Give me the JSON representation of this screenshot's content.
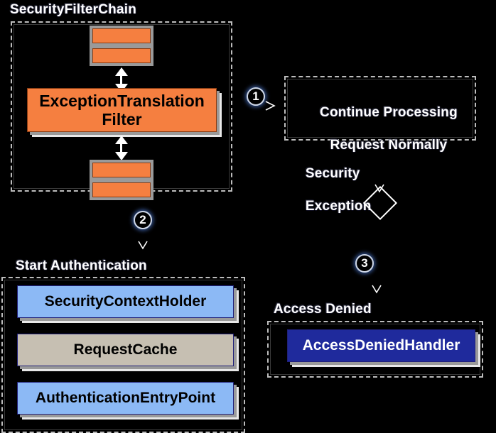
{
  "diagram": {
    "title": "Spring Security ExceptionTranslationFilter flow",
    "background": "#000000",
    "colors": {
      "filter_orange": "#f57f40",
      "light_blue": "#8cb9f5",
      "tan": "#c6bfb2",
      "dark_blue": "#1f2a9c",
      "dashed_border": "#bdbdbd",
      "arrow": "#ffffff",
      "badge_glow": "#466ebe"
    }
  },
  "security_filter_chain": {
    "label": "SecurityFilterChain",
    "upper_filters": [
      "filter-bar",
      "filter-bar"
    ],
    "lower_filters": [
      "filter-bar",
      "filter-bar"
    ],
    "main_filter": "ExceptionTranslation\nFilter"
  },
  "continue_processing": {
    "label": "Continue Processing\nRequest Normally",
    "badge": "1"
  },
  "security_exception": {
    "label": "Security\nException",
    "decision_shape": "diamond"
  },
  "start_authentication": {
    "label": "Start Authentication",
    "badge": "2",
    "nodes": [
      {
        "name": "SecurityContextHolder",
        "style": "lightblue"
      },
      {
        "name": "RequestCache",
        "style": "tan"
      },
      {
        "name": "AuthenticationEntryPoint",
        "style": "lightblue"
      }
    ]
  },
  "access_denied": {
    "label": "Access Denied",
    "badge": "3",
    "nodes": [
      {
        "name": "AccessDeniedHandler",
        "style": "darkblue"
      }
    ]
  }
}
